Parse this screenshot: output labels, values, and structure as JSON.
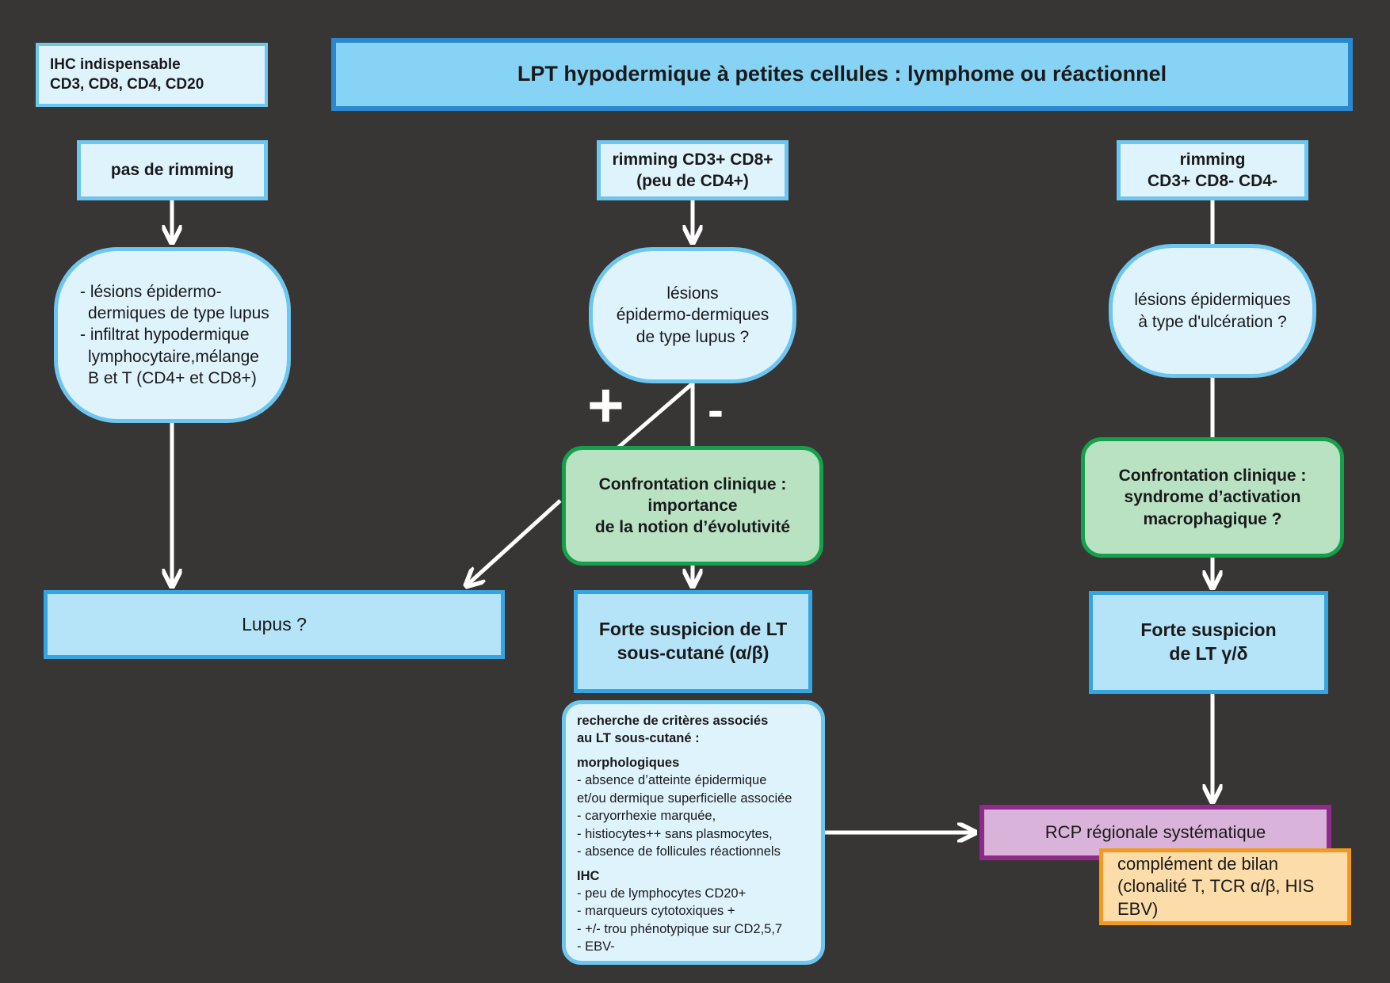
{
  "ihc_note": {
    "line1": "IHC indispensable",
    "line2": "CD3, CD8, CD4, CD20"
  },
  "title": "LPT hypodermique à petites cellules : lymphome ou réactionnel",
  "left_column": {
    "header": "pas de rimming",
    "oval_lines": [
      "- lésions épidermo-",
      "dermiques de type lupus",
      "- infiltrat hypodermique",
      "lymphocytaire,mélange",
      "B et T (CD4+ et CD8+)"
    ],
    "result": "Lupus ?"
  },
  "middle_column": {
    "header_line1": "rimming CD3+ CD8+",
    "header_line2": "(peu de CD4+)",
    "oval_lines": [
      "lésions",
      "épidermo-dermiques",
      "de type lupus ?"
    ],
    "plus_label": "+",
    "minus_label": "-",
    "clinical_lines": [
      "Confrontation clinique :",
      "importance",
      "de la notion d’évolutivité"
    ],
    "result_line1": "Forte suspicion de LT",
    "result_line2": "sous-cutané (α/β)",
    "criteria": {
      "heading_line1": "recherche de critères associés",
      "heading_line2": "au LT sous-cutané :",
      "morpho_heading": "morphologiques",
      "morpho_items": [
        "- absence d’atteinte épidermique",
        "et/ou dermique superficielle associée",
        "- caryorrhexie marquée,",
        "- histiocytes++ sans plasmocytes,",
        "- absence de follicules réactionnels"
      ],
      "ihc_heading": "IHC",
      "ihc_items": [
        "- peu de lymphocytes CD20+",
        "- marqueurs cytotoxiques +",
        "- +/- trou phénotypique sur CD2,5,7",
        "- EBV-"
      ]
    }
  },
  "right_column": {
    "header_line1": "rimming",
    "header_line2": "CD3+ CD8- CD4-",
    "oval_lines": [
      "lésions épidermiques",
      "à type d'ulcération ?"
    ],
    "clinical_lines": [
      "Confrontation clinique :",
      "syndrome d’activation",
      "macrophagique ?"
    ],
    "result_line1": "Forte suspicion",
    "result_line2": "de LT γ/δ"
  },
  "rcp": "RCP régionale systématique",
  "bilan": {
    "line1": "complément de bilan",
    "line2": "(clonalité T, TCR α/β, HIS EBV)"
  },
  "colors": {
    "background": "#383535",
    "title_fill": "#86d3f5",
    "title_border": "#2a88cf",
    "light_box": "#dff3fd",
    "light_border": "#6cc6ef",
    "green_fill": "#b9e2c3",
    "green_border": "#17a04c",
    "result_fill": "#b5e3f8",
    "result_border": "#35a5e2",
    "rcp_fill": "#d9b3d9",
    "rcp_border": "#8f2a8a",
    "bilan_fill": "#fcdca8",
    "bilan_border": "#f39a1e",
    "arrow": "#ffffff"
  }
}
